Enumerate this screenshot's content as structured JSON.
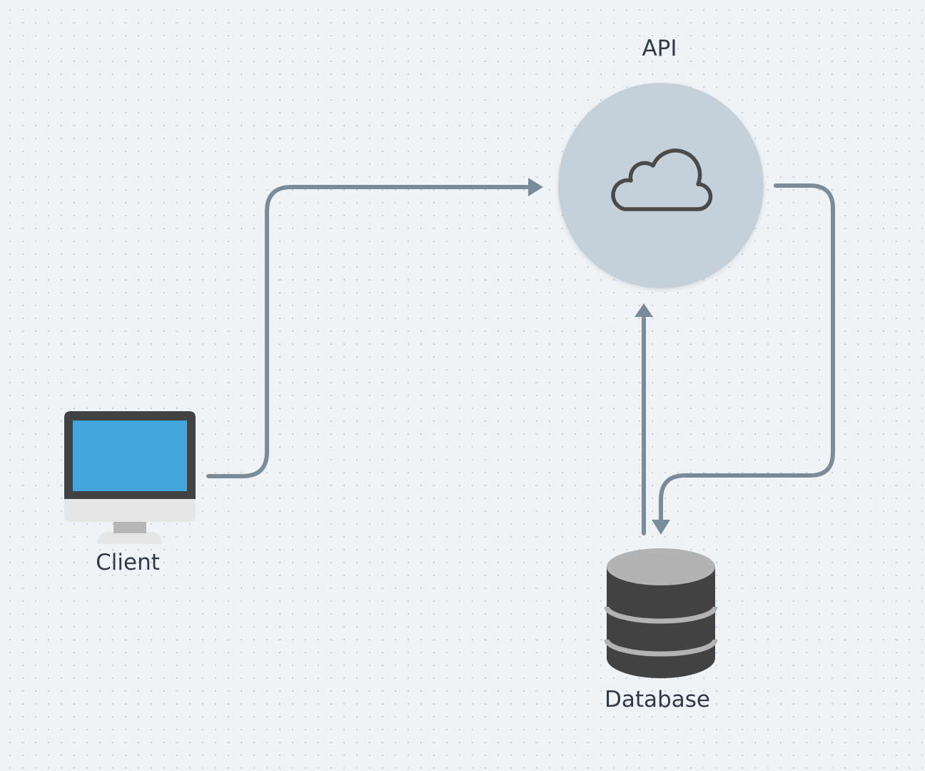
{
  "nodes": {
    "api": {
      "label": "API",
      "icon": "cloud-icon"
    },
    "client": {
      "label": "Client",
      "icon": "monitor-icon"
    },
    "database": {
      "label": "Database",
      "icon": "database-icon"
    }
  },
  "edges": [
    {
      "from": "client",
      "to": "api"
    },
    {
      "from": "api",
      "to": "database"
    },
    {
      "from": "database",
      "to": "api"
    }
  ],
  "colors": {
    "background": "#f0f3f6",
    "grid_dot": "#c4ccd4",
    "connector": "#7a8b99",
    "api_circle": "#c5d1da",
    "cloud_stroke": "#4a4a4a",
    "monitor_bezel": "#424242",
    "monitor_screen": "#42a6dc",
    "monitor_chin": "#e6e6e6",
    "database_body": "#424242",
    "database_top": "#b3b3b3",
    "label_text": "#2f3a46"
  }
}
